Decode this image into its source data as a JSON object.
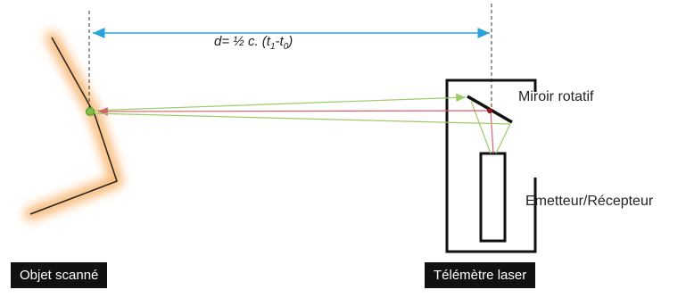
{
  "formula": {
    "prefix": "d= ½ c. (t",
    "t1_sub": "1",
    "minus": "-t",
    "t0_sub": "0",
    "suffix": ")"
  },
  "labels": {
    "mirror": "Miroir rotatif",
    "emitter_receiver": "Emetteur/Récepteur"
  },
  "tags": {
    "scanned_object": "Objet scanné",
    "rangefinder": "Télémètre laser"
  },
  "colors": {
    "distance_arrow": "#29a3d9",
    "emitted_beam": "#9ccc65",
    "return_beam": "#d9606a",
    "object_glow": "#f5a24a",
    "target_point": "#7fbf3f"
  }
}
